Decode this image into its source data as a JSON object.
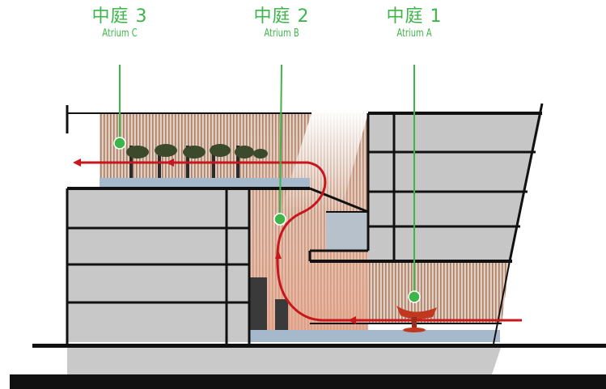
{
  "labels": [
    {
      "cn": "中庭 3",
      "en": "Atrium C"
    },
    {
      "cn": "中庭 2",
      "en": "Atrium B"
    },
    {
      "cn": "中庭 1",
      "en": "Atrium A"
    }
  ],
  "colors": {
    "label_green": "#3db54a",
    "circulation_red": "#c8161d",
    "concrete": "#c8c8c8",
    "slab": "#111111",
    "timber_fins": "#c8a48a",
    "glass": "#9fb3c8"
  }
}
